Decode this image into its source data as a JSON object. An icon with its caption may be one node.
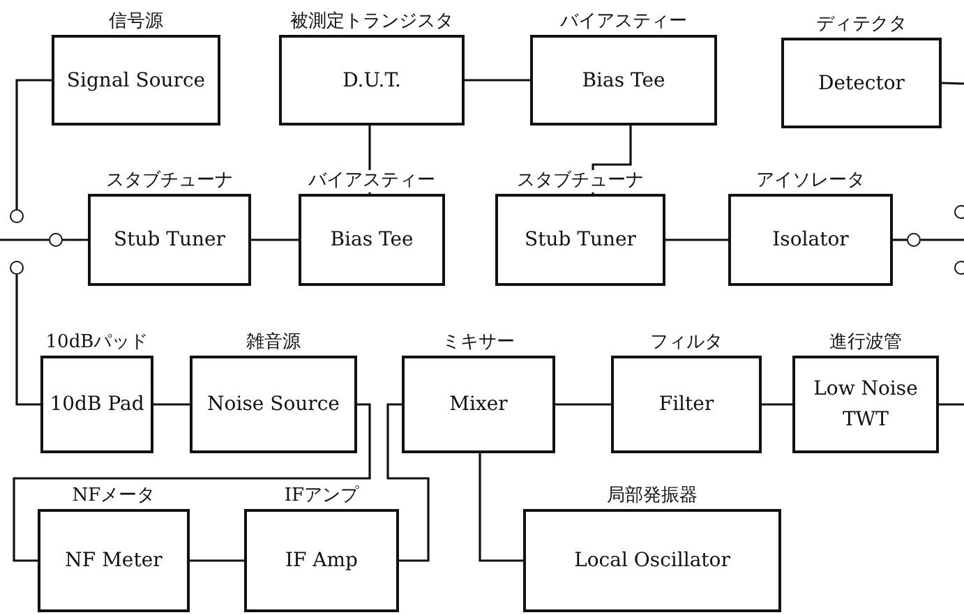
{
  "diagram": {
    "nodes": [
      {
        "text": [
          "信号源",
          "Signal Source"
        ]
      },
      {
        "text": [
          "被測定トランジスタ",
          "D.U.T."
        ]
      },
      {
        "text": [
          "バイアスティー",
          "Bias Tee"
        ]
      },
      {
        "text": [
          "ディテクタ",
          "Detector"
        ]
      },
      {
        "text": [],
        "shape": "circle"
      },
      {
        "text": [],
        "shape": "circle"
      },
      {
        "text": [],
        "shape": "circle"
      },
      {
        "text": [
          "スタブチューナ",
          "Stub Tuner"
        ]
      },
      {
        "text": [
          "バイアスティー",
          "Bias Tee"
        ]
      },
      {
        "text": [
          "スタブチューナ",
          "Stub Tuner"
        ]
      },
      {
        "text": [
          "アイソレータ",
          "Isolator"
        ]
      },
      {
        "text": [],
        "shape": "circle"
      },
      {
        "text": [],
        "shape": "circle"
      },
      {
        "text": [],
        "shape": "circle"
      },
      {
        "text": [
          "10dBパッド",
          "10dB Pad"
        ]
      },
      {
        "text": [
          "雑音源",
          "Noise Source"
        ]
      },
      {
        "text": [
          "ミキサー",
          "Mixer"
        ]
      },
      {
        "text": [
          "フィルタ",
          "Filter"
        ]
      },
      {
        "text": [
          "進行波管",
          "Low Noise TWT"
        ]
      },
      {
        "text": [
          "NFメータ",
          "NF Meter"
        ]
      },
      {
        "text": [
          "IFアンプ",
          "IF Amp"
        ]
      },
      {
        "text": [
          "局部発振器",
          "Local Oscillator"
        ]
      }
    ],
    "edges": [
      {
        "from": 0,
        "to": 4,
        "arrow": "none"
      },
      {
        "from": null,
        "to": 6,
        "arrow": "none"
      },
      {
        "from": 6,
        "to": 7,
        "arrow": "none"
      },
      {
        "from": 7,
        "to": 8,
        "arrow": "none"
      },
      {
        "from": 1,
        "to": 8,
        "arrow": "none"
      },
      {
        "from": 1,
        "to": 2,
        "arrow": "none"
      },
      {
        "from": 2,
        "to": 9,
        "arrow": "none"
      },
      {
        "from": 9,
        "to": 10,
        "arrow": "none"
      },
      {
        "from": 10,
        "to": 11,
        "arrow": "none"
      },
      {
        "from": 11,
        "to": null,
        "arrow": "none"
      },
      {
        "from": 3,
        "to": null,
        "arrow": "none"
      },
      {
        "from": 12,
        "to": 14,
        "arrow": "none"
      },
      {
        "from": 14,
        "to": 15,
        "arrow": "none"
      },
      {
        "from": 15,
        "to": 19,
        "arrow": "none"
      },
      {
        "from": 16,
        "to": 20,
        "arrow": "none"
      },
      {
        "from": 19,
        "to": 20,
        "arrow": "none"
      },
      {
        "from": 16,
        "to": 17,
        "arrow": "none"
      },
      {
        "from": 17,
        "to": 18,
        "arrow": "none"
      },
      {
        "from": 18,
        "to": null,
        "arrow": "none"
      },
      {
        "from": 16,
        "to": 21,
        "arrow": "none"
      }
    ]
  }
}
